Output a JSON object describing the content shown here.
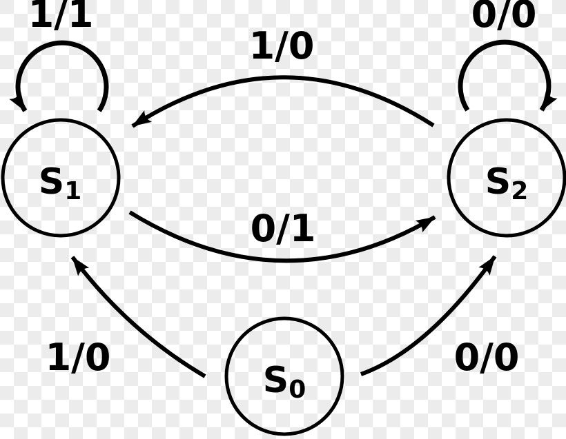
{
  "colors": {
    "ink": "#000000",
    "checker_light": "#ffffff",
    "checker_dark": "#ececec"
  },
  "states": {
    "s0": {
      "name": "S0",
      "main": "S",
      "sub": "0"
    },
    "s1": {
      "name": "S1",
      "main": "S",
      "sub": "1"
    },
    "s2": {
      "name": "S2",
      "main": "S",
      "sub": "2"
    }
  },
  "transitions": {
    "s1_self": {
      "from": "S1",
      "to": "S1",
      "label": "1/1"
    },
    "s2_self": {
      "from": "S2",
      "to": "S2",
      "label": "0/0"
    },
    "s2_to_s1": {
      "from": "S2",
      "to": "S1",
      "label": "1/0"
    },
    "s1_to_s2": {
      "from": "S1",
      "to": "S2",
      "label": "0/1"
    },
    "s0_to_s1": {
      "from": "S0",
      "to": "S1",
      "label": "1/0"
    },
    "s0_to_s2": {
      "from": "S0",
      "to": "S2",
      "label": "0/0"
    }
  }
}
